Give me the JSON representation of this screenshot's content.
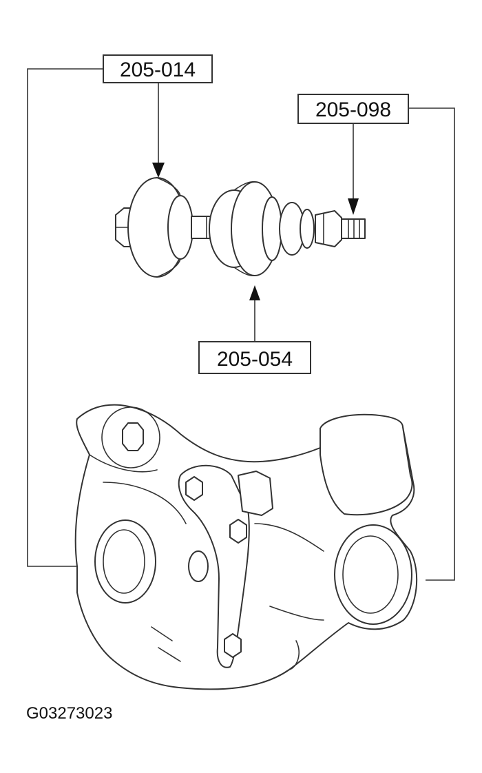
{
  "callouts": {
    "tool_top_left": "205-014",
    "tool_top_right": "205-098",
    "tool_center": "205-054"
  },
  "figure_id": "G03273023",
  "colors": {
    "line": "#333333",
    "text": "#111111",
    "background": "#ffffff"
  }
}
